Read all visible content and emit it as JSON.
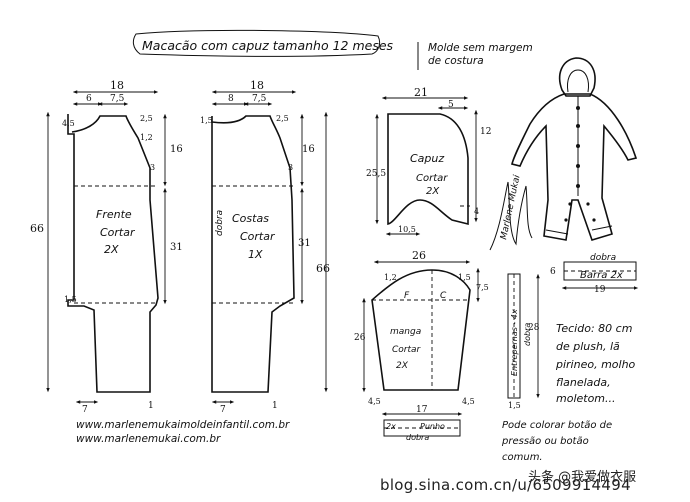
{
  "title": "Macacão com capuz tamanho 12 meses",
  "subtitle": [
    "Molde sem margem",
    "de costura"
  ],
  "front": {
    "label": [
      "Frente",
      "Cortar",
      "2X"
    ],
    "width": "18",
    "neck": "6",
    "shoulder": "7,5",
    "top_drop": "4,5",
    "shoulder_drop": "2,5",
    "armhole": "1,2",
    "upper": "16",
    "side_small": "3",
    "lower": "31",
    "total": "66",
    "hip": "1,5",
    "leg": "7",
    "hem": "1"
  },
  "back": {
    "label": [
      "Costas",
      "Cortar",
      "1X"
    ],
    "width": "18",
    "neck": "8",
    "shoulder": "7,5",
    "top_drop": "1,5",
    "shoulder_drop": "2,5",
    "upper": "16",
    "side_small": "3",
    "lower": "31",
    "total": "66",
    "fold": "dobra",
    "leg": "7",
    "hem": "1"
  },
  "hood": {
    "label": [
      "Capuz",
      "Cortar",
      "2X"
    ],
    "width": "21",
    "top": "5",
    "height": "25,5",
    "side": "12",
    "bottom_a": "10,5",
    "bottom_b": "4"
  },
  "sleeve": {
    "label": [
      "manga",
      "Cortar",
      "2X"
    ],
    "width": "26",
    "cap_left": "1,2",
    "cap_right": "1,5",
    "f": "F",
    "c": "C",
    "cap_h": "7,5",
    "height": "26",
    "bottom_l": "4,5",
    "bottom_r": "4,5",
    "cuff_w": "17",
    "cuff": [
      "2x",
      "Punho"
    ],
    "cuff_fold": "dobra"
  },
  "strip": {
    "label": "Entrepernas - 4x",
    "fold": "dobra",
    "height": "28",
    "width": "1,5"
  },
  "bar": {
    "label": "Barra 2x",
    "fold": "dobra",
    "height": "6",
    "width": "19"
  },
  "notes": [
    "Tecido: 80 cm",
    "de plush, lã",
    "pirineo, molho",
    "flanelada,",
    "moletom..."
  ],
  "note2": [
    "Pode colorar botão de",
    "pressão ou botão",
    "comum."
  ],
  "urls": [
    "www.marlenemukaimoldeinfantil.com.br",
    "www.marlenemukai.com.br"
  ],
  "signature": "Marlene Mukai",
  "watermark": "blog.sina.com.cn/u/6509914494",
  "watermark_top": "头条 @我爱做衣服"
}
